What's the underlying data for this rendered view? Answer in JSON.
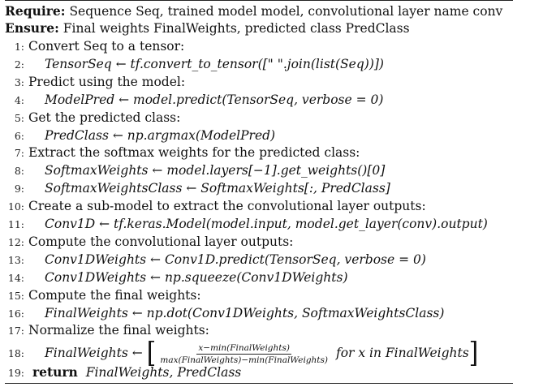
{
  "algorithm": {
    "require_label": "Require:",
    "require_text": "Sequence Seq, trained model model, convolutional layer name conv",
    "ensure_label": "Ensure:",
    "ensure_text": "Final weights FinalWeights, predicted class PredClass",
    "lines": [
      {
        "num": "1:",
        "text": "Convert Seq to a tensor:",
        "indent": false
      },
      {
        "num": "2:",
        "text": "TensorSeq ← tf.convert_to_tensor([\" \".join(list(Seq))])",
        "indent": true
      },
      {
        "num": "3:",
        "text": "Predict using the model:",
        "indent": false
      },
      {
        "num": "4:",
        "text": "ModelPred ← model.predict(TensorSeq, verbose = 0)",
        "indent": true
      },
      {
        "num": "5:",
        "text": "Get the predicted class:",
        "indent": false
      },
      {
        "num": "6:",
        "text": "PredClass ← np.argmax(ModelPred)",
        "indent": true
      },
      {
        "num": "7:",
        "text": "Extract the softmax weights for the predicted class:",
        "indent": false
      },
      {
        "num": "8:",
        "text": "SoftmaxWeights ← model.layers[−1].get_weights()[0]",
        "indent": true
      },
      {
        "num": "9:",
        "text": "SoftmaxWeightsClass ← SoftmaxWeights[:, PredClass]",
        "indent": true
      },
      {
        "num": "10:",
        "text": "Create a sub-model to extract the convolutional layer outputs:",
        "indent": false
      },
      {
        "num": "11:",
        "text": "Conv1D ← tf.keras.Model(model.input, model.get_layer(conv).output)",
        "indent": true
      },
      {
        "num": "12:",
        "text": "Compute the convolutional layer outputs:",
        "indent": false
      },
      {
        "num": "13:",
        "text": "Conv1DWeights ← Conv1D.predict(TensorSeq, verbose = 0)",
        "indent": true
      },
      {
        "num": "14:",
        "text": "Conv1DWeights ← np.squeeze(Conv1DWeights)",
        "indent": true
      },
      {
        "num": "15:",
        "text": "Compute the final weights:",
        "indent": false
      },
      {
        "num": "16:",
        "text": "FinalWeights ← np.dot(Conv1DWeights, SoftmaxWeightsClass)",
        "indent": true
      },
      {
        "num": "17:",
        "text": "Normalize the final weights:",
        "indent": false
      }
    ],
    "line18": {
      "num": "18:",
      "lhs": "FinalWeights ←",
      "numerator": "x−min(FinalWeights)",
      "denominator": "max(FinalWeights)−min(FinalWeights)",
      "suffix": "for x in FinalWeights"
    },
    "line19": {
      "num": "19:",
      "keyword": "return",
      "text": "FinalWeights, PredClass"
    }
  }
}
